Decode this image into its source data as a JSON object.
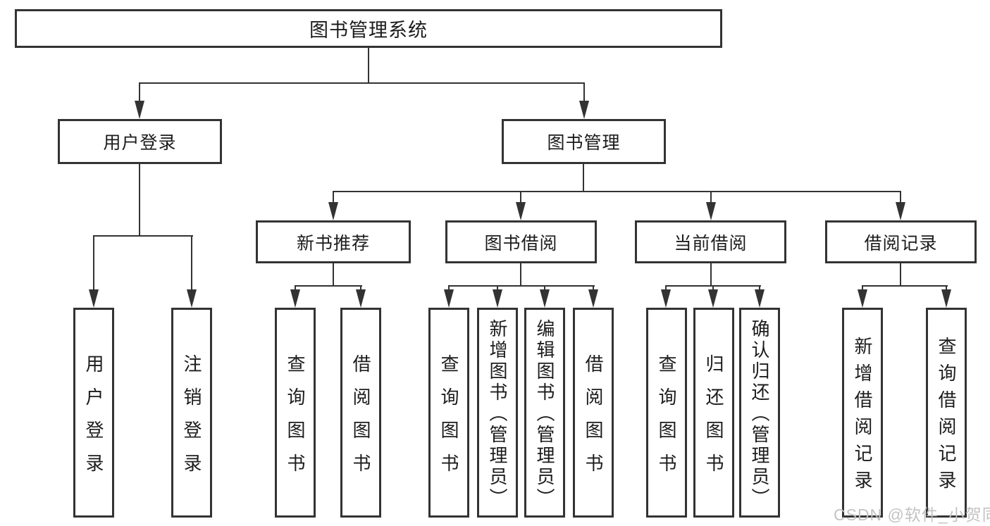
{
  "diagram_type": "hierarchy-tree",
  "tree": {
    "label": "图书管理系统",
    "children": [
      {
        "label": "用户登录",
        "children": [
          {
            "label": "用户登录"
          },
          {
            "label": "注销登录"
          }
        ]
      },
      {
        "label": "图书管理",
        "children": [
          {
            "label": "新书推荐",
            "children": [
              {
                "label": "查询图书"
              },
              {
                "label": "借阅图书"
              }
            ]
          },
          {
            "label": "图书借阅",
            "children": [
              {
                "label": "查询图书"
              },
              {
                "label": "新增图书（管理员）"
              },
              {
                "label": "编辑图书（管理员）"
              },
              {
                "label": "借阅图书"
              }
            ]
          },
          {
            "label": "当前借阅",
            "children": [
              {
                "label": "查询图书"
              },
              {
                "label": "归还图书"
              },
              {
                "label": "确认归还（管理员）"
              }
            ]
          },
          {
            "label": "借阅记录",
            "children": [
              {
                "label": "新增借阅记录"
              },
              {
                "label": "查询借阅记录"
              }
            ]
          }
        ]
      }
    ]
  },
  "watermark": {
    "text": "CSDN @软件_小贺同学"
  },
  "colors": {
    "line": "#333333",
    "box_border": "#333333",
    "text": "#1c1c1c",
    "watermark": "#c0c0c0",
    "background": "#ffffff"
  }
}
